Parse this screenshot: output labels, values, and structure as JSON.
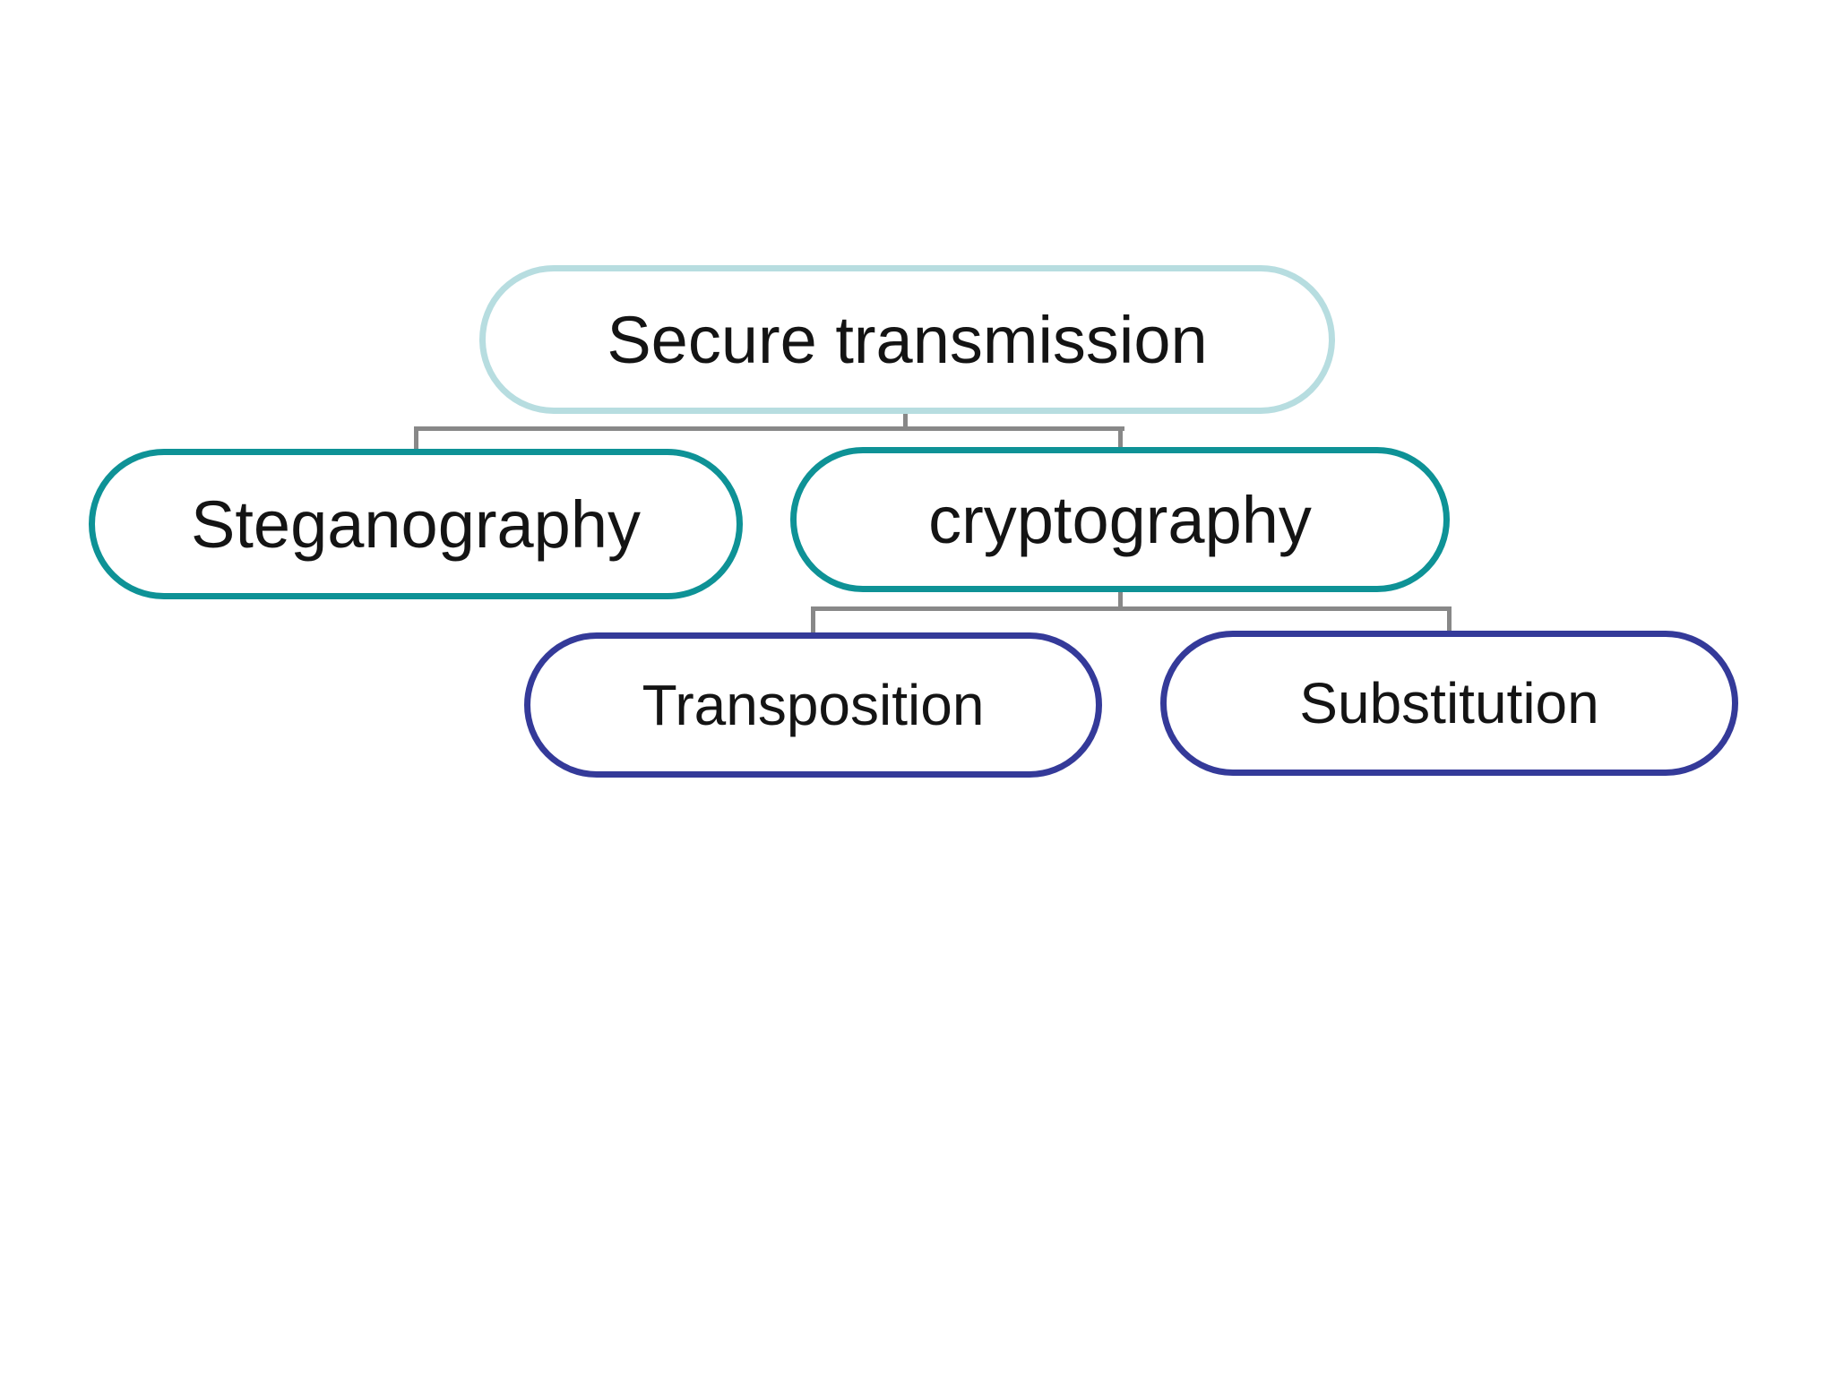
{
  "page": {
    "background": "#ffffff"
  },
  "diagram": {
    "type": "tree",
    "connector_color": "#888888",
    "text_color": "#141414",
    "node_fill": "#ffffff",
    "levels": {
      "root_border": "#b7dde0",
      "branch_border": "#0e9296",
      "leaf_border": "#343a99"
    },
    "tree": {
      "label": "Secure transmission",
      "children": [
        {
          "label": "Steganography",
          "children": []
        },
        {
          "label": "cryptography",
          "children": [
            {
              "label": "Transposition",
              "children": []
            },
            {
              "label": "Substitution",
              "children": []
            }
          ]
        }
      ]
    }
  }
}
